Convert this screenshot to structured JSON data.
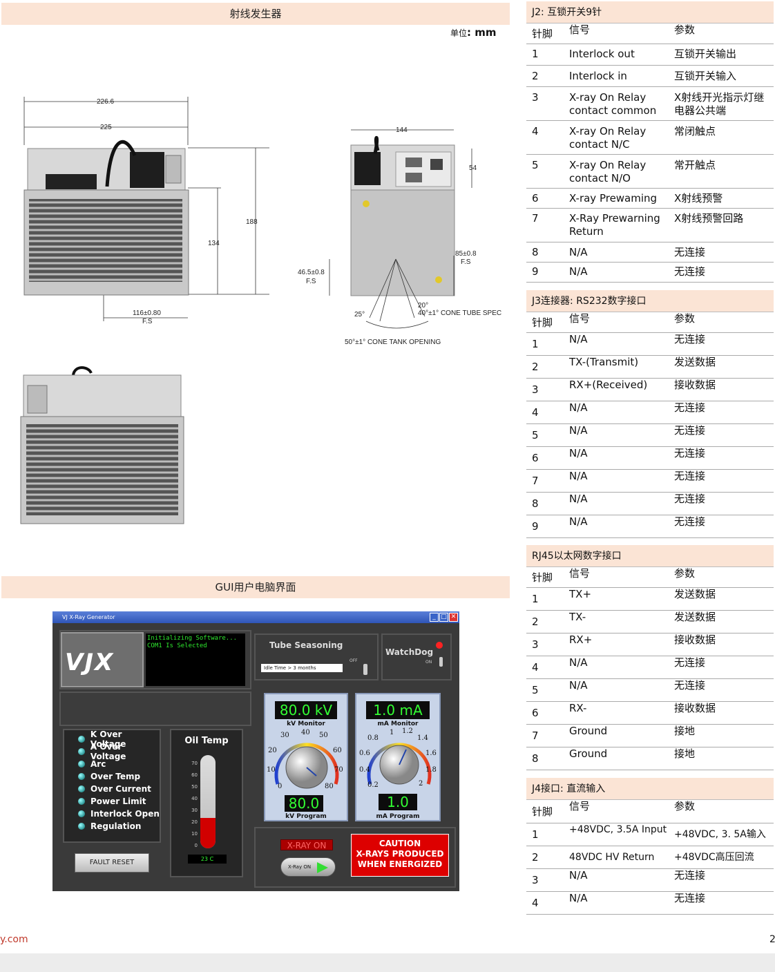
{
  "left": {
    "header1": "射线发生器",
    "unit_label": "单位",
    "unit_value": ": mm",
    "dims": {
      "w1": "226.6",
      "w2": "225",
      "h_total": "188",
      "h_body": "134",
      "fs_bottom": "116±0.80",
      "fs_bottom2": "F.S",
      "side_w": "144",
      "side_h": "54",
      "fs_right": "85±0.8",
      "fs_right2": "F.S",
      "fs_left": "46.5±0.8",
      "fs_left2": "F.S",
      "angle_25": "25°",
      "angle_20": "20°",
      "cone_tube": "40°±1° CONE TUBE SPEC",
      "cone_tank": "50°±1° CONE TANK OPENING"
    },
    "header2": "GUI用户电脑界面"
  },
  "gui": {
    "title": "VJ X-Ray Generator",
    "logo": "VJX",
    "console_lines": [
      "Initializing Software...",
      "COM1 Is Selected"
    ],
    "tube_seasoning": "Tube Seasoning",
    "idle_time": "Idle Time > 3 months",
    "off_label": "OFF",
    "watchdog": "WatchDog",
    "on_label": "ON",
    "status_items": [
      "K Over Voltage",
      "A Over Voltage",
      "Arc",
      "Over Temp",
      "Over Current",
      "Power Limit",
      "Interlock Open",
      "Regulation"
    ],
    "fault_reset": "FAULT RESET",
    "oil_temp": "Oil Temp",
    "temp_ticks": [
      "70",
      "60",
      "50",
      "40",
      "30",
      "20",
      "10",
      "0"
    ],
    "temp_readout": "23 C",
    "kv_monitor_value": "80.0 kV",
    "kv_monitor_label": "kV Monitor",
    "kv_ticks": [
      "30",
      "40",
      "50",
      "20",
      "60",
      "10",
      "70",
      "0",
      "80"
    ],
    "kv_program_value": "80.0",
    "kv_program_label": "kV Program",
    "ma_monitor_value": "1.0 mA",
    "ma_monitor_label": "mA Monitor",
    "ma_ticks": [
      "0.8",
      "1",
      "1.2",
      "1.4",
      "0.6",
      "1.6",
      "0.4",
      "1.8",
      "0.2",
      "2"
    ],
    "ma_program_value": "1.0",
    "ma_program_label": "mA Program",
    "xray_on_indicator": "X-RAY ON",
    "xray_on_button": "X-Ray ON",
    "caution_lines": [
      "CAUTION",
      "X-RAYS PRODUCED",
      "WHEN ENERGIZED"
    ]
  },
  "tables": [
    {
      "title": "J2: 互锁开关9针",
      "headers": [
        "针脚",
        "信号",
        "参数"
      ],
      "rows": [
        [
          "1",
          "Interlock out",
          "互锁开关输出"
        ],
        [
          "2",
          "Interlock in",
          "互锁开关输入"
        ],
        [
          "3",
          "X-ray On Relay contact common",
          "X射线开光指示灯继电器公共端"
        ],
        [
          "4",
          "X-ray On Relay contact N/C",
          "常闭触点"
        ],
        [
          "5",
          "X-ray On Relay contact N/O",
          "常开触点"
        ],
        [
          "6",
          "X-ray Prewaming",
          "X射线预警"
        ],
        [
          "7",
          "X-Ray Prewarning Return",
          "X射线预警回路"
        ],
        [
          "8",
          "N/A",
          "无连接"
        ],
        [
          "9",
          "N/A",
          "无连接"
        ]
      ]
    },
    {
      "title": "J3连接器: RS232数字接口",
      "headers": [
        "针脚",
        "信号",
        "参数"
      ],
      "rows": [
        [
          "1",
          "N/A",
          "无连接"
        ],
        [
          "2",
          "TX-(Transmit)",
          "发送数据"
        ],
        [
          "3",
          "RX+(Received)",
          "接收数据"
        ],
        [
          "4",
          "N/A",
          "无连接"
        ],
        [
          "5",
          "N/A",
          "无连接"
        ],
        [
          "6",
          "N/A",
          "无连接"
        ],
        [
          "7",
          "N/A",
          "无连接"
        ],
        [
          "8",
          "N/A",
          "无连接"
        ],
        [
          "9",
          "N/A",
          "无连接"
        ]
      ]
    },
    {
      "title": "RJ45以太网数字接口",
      "headers": [
        "针脚",
        "信号",
        "参数"
      ],
      "rows": [
        [
          "1",
          "TX+",
          "发送数据"
        ],
        [
          "2",
          "TX-",
          "发送数据"
        ],
        [
          "3",
          "RX+",
          "接收数据"
        ],
        [
          "4",
          "N/A",
          "无连接"
        ],
        [
          "5",
          "N/A",
          "无连接"
        ],
        [
          "6",
          "RX-",
          "接收数据"
        ],
        [
          "7",
          "Ground",
          "接地"
        ],
        [
          "8",
          "Ground",
          "接地"
        ]
      ]
    },
    {
      "title": "J4接口: 直流输入",
      "headers": [
        "针脚",
        "信号",
        "参数"
      ],
      "rows": [
        [
          "1",
          "+48VDC, 3.5A Input",
          "+48VDC, 3. 5A输入"
        ],
        [
          "2",
          "48VDC HV Return",
          "+48VDC高压回流"
        ],
        [
          "3",
          "N/A",
          "无连接"
        ],
        [
          "4",
          "N/A",
          "无连接"
        ]
      ]
    }
  ],
  "footer": {
    "link": "y.com",
    "page": "2"
  }
}
